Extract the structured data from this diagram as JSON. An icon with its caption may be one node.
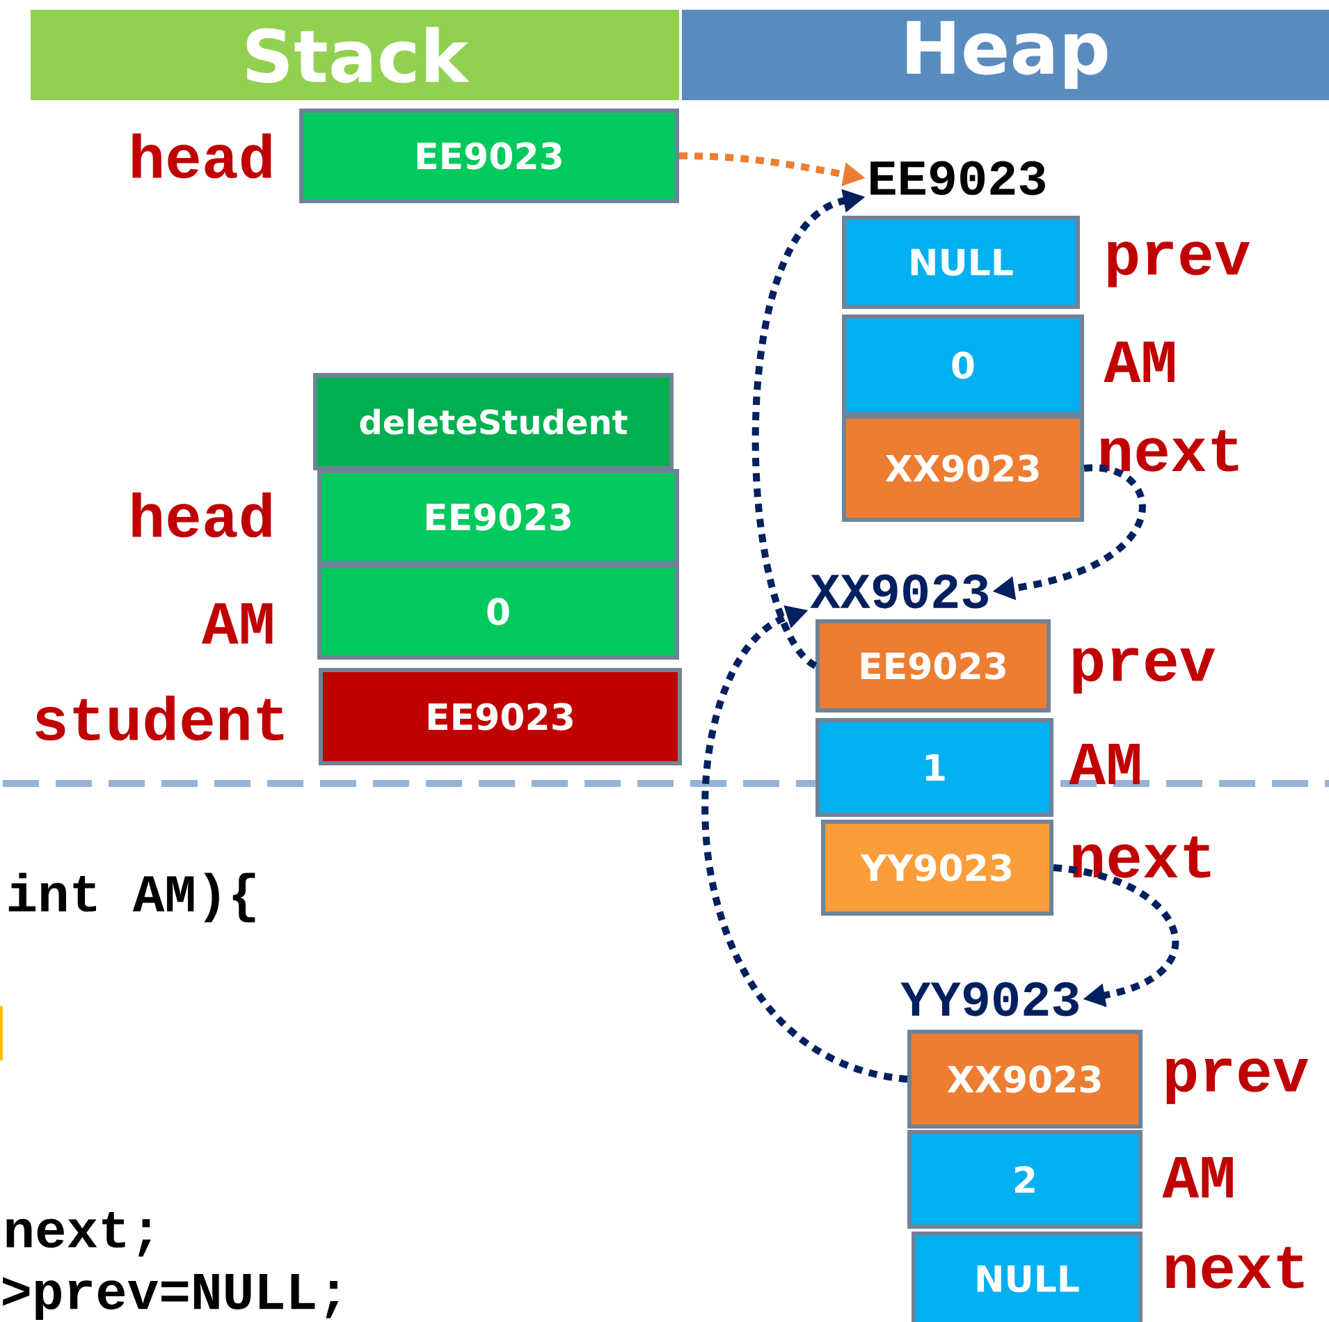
{
  "diagram": {
    "nodes": [
      {
        "text": [
          "Stack"
        ]
      },
      {
        "text": [
          "Heap"
        ]
      },
      {
        "text": [
          "EE9023"
        ],
        "beside": [
          "head"
        ]
      },
      {
        "text": [
          "deleteStudent"
        ]
      },
      {
        "text": [
          "EE9023"
        ],
        "beside": [
          "head"
        ]
      },
      {
        "text": [
          "0"
        ],
        "beside": [
          "AM"
        ]
      },
      {
        "text": [
          "EE9023"
        ],
        "beside": [
          "student"
        ]
      },
      {
        "text": [
          "EE9023"
        ]
      },
      {
        "text": [
          "NULL"
        ],
        "beside": [
          "prev"
        ]
      },
      {
        "text": [
          "0"
        ],
        "beside": [
          "AM"
        ]
      },
      {
        "text": [
          "XX9023"
        ],
        "beside": [
          "next"
        ]
      },
      {
        "text": [
          "XX9023"
        ]
      },
      {
        "text": [
          "EE9023"
        ],
        "beside": [
          "prev"
        ]
      },
      {
        "text": [
          "1"
        ],
        "beside": [
          "AM"
        ]
      },
      {
        "text": [
          "YY9023"
        ],
        "beside": [
          "next"
        ]
      },
      {
        "text": [
          "YY9023"
        ]
      },
      {
        "text": [
          "XX9023"
        ],
        "beside": [
          "prev"
        ]
      },
      {
        "text": [
          "2"
        ],
        "beside": [
          "AM"
        ]
      },
      {
        "text": [
          "NULL"
        ],
        "beside": [
          "next"
        ]
      }
    ],
    "edges": [
      {
        "from": 2,
        "to": 7,
        "arrow": "to",
        "color": "#ed7d31"
      },
      {
        "from": 10,
        "to": 11,
        "arrow": "to"
      },
      {
        "from": 12,
        "to": 7,
        "arrow": "to"
      },
      {
        "from": 14,
        "to": 15,
        "arrow": "to"
      },
      {
        "from": 16,
        "to": 11,
        "arrow": "to"
      }
    ],
    "labels": [
      "int AM){",
      "next;",
      ">prev=NULL;"
    ]
  }
}
